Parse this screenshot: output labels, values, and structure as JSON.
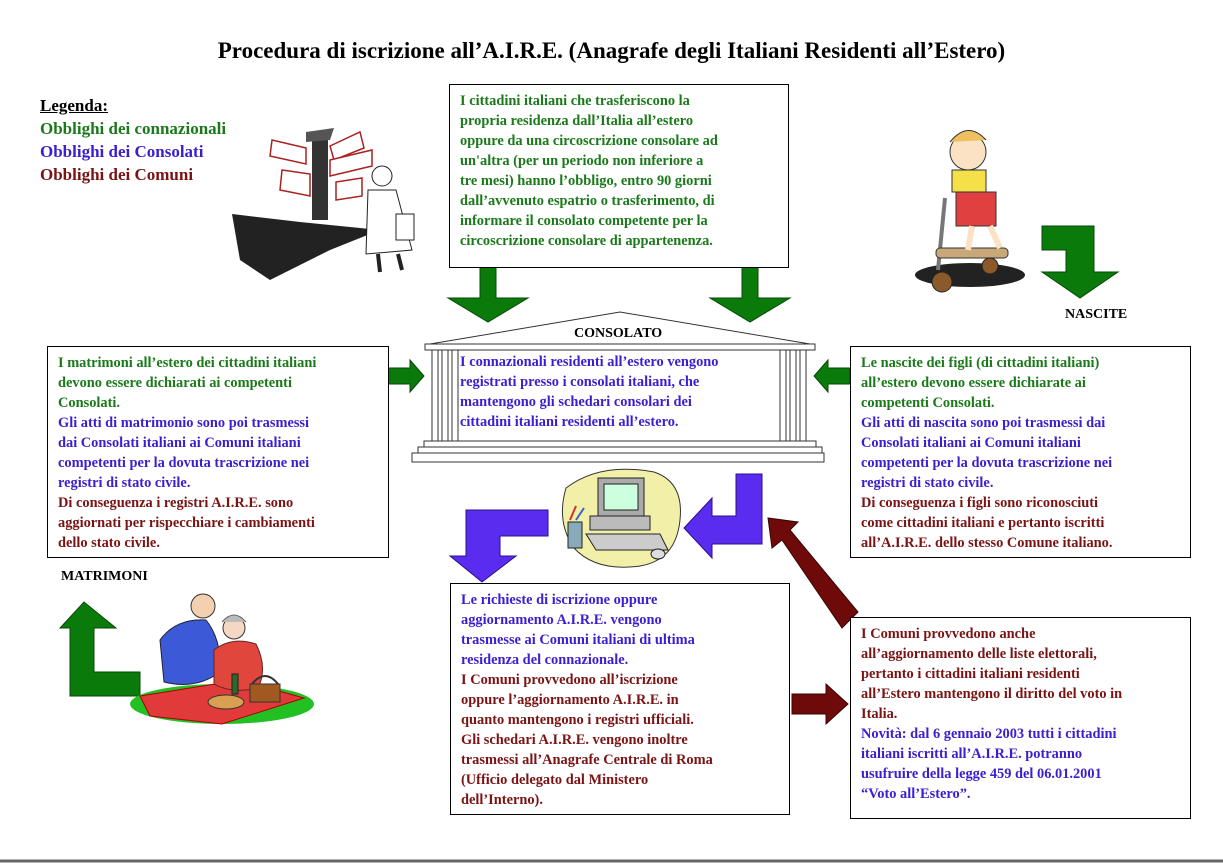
{
  "title": "Procedura di iscrizione all’A.I.R.E. (Anagrafe degli Italiani Residenti all’Estero)",
  "legend": {
    "heading": "Legenda:",
    "items": [
      {
        "label": "Obblighi dei connazionali",
        "color": "#1a7a1a"
      },
      {
        "label": "Obblighi dei Consolati",
        "color": "#3a1fd0"
      },
      {
        "label": "Obblighi dei Comuni",
        "color": "#7a1414"
      }
    ]
  },
  "boxes": {
    "top": {
      "lines": [
        "I  cittadini italiani che trasferiscono la",
        "propria residenza dall’Italia all’estero",
        "oppure da una circoscrizione consolare ad",
        "un'altra (per un periodo non inferiore a",
        "tre mesi)  hanno l’obbligo, entro 90 giorni",
        "dall’avvenuto espatrio o trasferimento, di",
        "informare il consolato competente per  la",
        "circoscrizione consolare di appartenenza."
      ]
    },
    "consolato": {
      "label": "CONSOLATO",
      "lines": [
        "I connazionali residenti all’estero vengono",
        "registrati presso i consolati italiani, che",
        "mantengono gli schedari consolari dei",
        "cittadini italiani residenti all’estero."
      ]
    },
    "matrimoni": {
      "label": "MATRIMONI",
      "green": [
        "I matrimoni all’estero dei cittadini italiani",
        "devono essere dichiarati ai competenti",
        "Consolati."
      ],
      "blue": [
        "Gli atti di matrimonio sono poi trasmessi",
        "dai Consolati italiani ai Comuni italiani",
        "competenti per la dovuta trascrizione nei",
        "registri di stato civile."
      ],
      "red": [
        "Di conseguenza i registri A.I.R.E. sono",
        "aggiornati per rispecchiare i cambiamenti",
        "dello stato civile."
      ]
    },
    "nascite": {
      "label": "NASCITE",
      "green": [
        "Le nascite dei figli (di cittadini italiani)",
        "all’estero devono essere dichiarate ai",
        "competenti Consolati."
      ],
      "blue": [
        "Gli atti di nascita sono poi trasmessi dai",
        "Consolati italiani ai Comuni italiani",
        "competenti per la dovuta trascrizione nei",
        "registri di stato civile."
      ],
      "red": [
        "Di conseguenza i figli sono riconosciuti",
        "come cittadini italiani e pertanto iscritti",
        "all’A.I.R.E. dello stesso Comune italiano."
      ]
    },
    "richieste": {
      "blue": [
        "Le richieste di iscrizione oppure",
        "aggiornamento A.I.R.E. vengono",
        "trasmesse ai Comuni italiani di ultima",
        "residenza del connazionale."
      ],
      "red": [
        "I Comuni provvedono all’iscrizione",
        "oppure l’aggiornamento A.I.R.E. in",
        "quanto mantengono i registri ufficiali.",
        "Gli schedari  A.I.R.E. vengono inoltre",
        "trasmessi  all’Anagrafe Centrale di Roma",
        "(Ufficio delegato dal Ministero",
        "dell’Interno)."
      ]
    },
    "comuni": {
      "red": [
        "I Comuni provvedono anche",
        "all’aggiornamento delle liste elettorali,",
        "pertanto i cittadini italiani residenti",
        "all’Estero mantengono il diritto del voto in",
        "Italia."
      ],
      "blue": [
        "Novità: dal 6 gennaio 2003 tutti i cittadini",
        "italiani iscritti all’A.I.R.E. potranno",
        "usufruire della legge 459 del 06.01.2001",
        "“Voto all’Estero”."
      ]
    }
  },
  "colors": {
    "green_arrow": "#0a7a0a",
    "blue_arrow": "#5a2cf0",
    "red_arrow": "#6e0a0a"
  }
}
